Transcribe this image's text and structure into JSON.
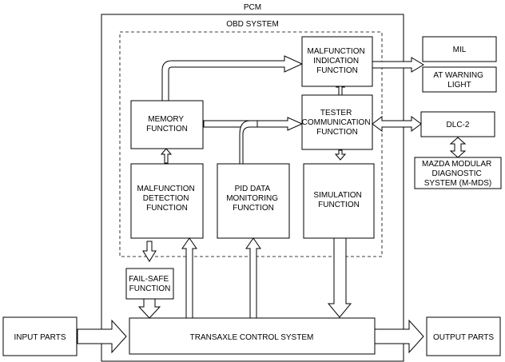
{
  "pcm_label": "PCM",
  "obd_label": "OBD SYSTEM",
  "blocks": {
    "malfunction_indication": [
      "MALFUNCTION",
      "INDICATION",
      "FUNCTION"
    ],
    "memory": [
      "MEMORY",
      "FUNCTION"
    ],
    "tester_communication": [
      "TESTER",
      "COMMUNICATION",
      "FUNCTION"
    ],
    "malfunction_detection": [
      "MALFUNCTION",
      "DETECTION",
      "FUNCTION"
    ],
    "pid_data_monitoring": [
      "PID DATA",
      "MONITORING",
      "FUNCTION"
    ],
    "simulation": [
      "SIMULATION",
      "FUNCTION"
    ],
    "fail_safe": [
      "FAIL-SAFE",
      "FUNCTION"
    ],
    "transaxle_control": [
      "TRANSAXLE CONTROL SYSTEM"
    ],
    "mil": [
      "MIL"
    ],
    "at_warning_light": [
      "AT WARNING",
      "LIGHT"
    ],
    "dlc2": [
      "DLC-2"
    ],
    "mazda_mmds": [
      "MAZDA MODULAR",
      "DIAGNOSTIC",
      "SYSTEM (M-MDS)"
    ],
    "input_parts": [
      "INPUT PARTS"
    ],
    "output_parts": [
      "OUTPUT PARTS"
    ]
  }
}
